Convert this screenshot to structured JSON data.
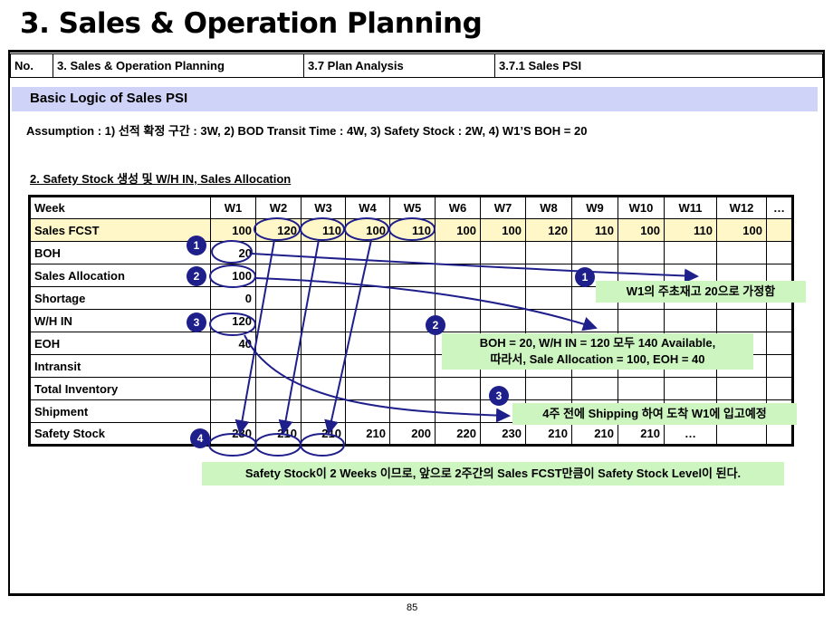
{
  "title": "3. Sales & Operation Planning",
  "header": {
    "no_label": "No.",
    "section": "3. Sales & Operation Planning",
    "subsection": "3.7 Plan Analysis",
    "item": "3.7.1 Sales PSI"
  },
  "band_title": "Basic Logic of Sales PSI",
  "assumption": "Assumption : 1) 선적 확정 구간 : 3W,  2) BOD Transit Time : 4W,  3) Safety Stock : 2W, 4) W1’S BOH = 20",
  "subtitle": "2. Safety Stock 생성 및 W/H IN, Sales Allocation",
  "table": {
    "columns": [
      "Week",
      "W1",
      "W2",
      "W3",
      "W4",
      "W5",
      "W6",
      "W7",
      "W8",
      "W9",
      "W10",
      "W11",
      "W12",
      "…"
    ],
    "rows": [
      {
        "label": "Sales FCST",
        "values": [
          "100",
          "120",
          "110",
          "100",
          "110",
          "100",
          "100",
          "120",
          "110",
          "100",
          "110",
          "100",
          ""
        ]
      },
      {
        "label": "BOH",
        "values": [
          "20",
          "",
          "",
          "",
          "",
          "",
          "",
          "",
          "",
          "",
          "",
          "",
          ""
        ]
      },
      {
        "label": "Sales Allocation",
        "values": [
          "100",
          "",
          "",
          "",
          "",
          "",
          "",
          "",
          "",
          "",
          "",
          "",
          ""
        ]
      },
      {
        "label": "Shortage",
        "values": [
          "0",
          "",
          "",
          "",
          "",
          "",
          "",
          "",
          "",
          "",
          "",
          "",
          ""
        ]
      },
      {
        "label": "W/H IN",
        "values": [
          "120",
          "",
          "",
          "",
          "",
          "",
          "",
          "",
          "",
          "",
          "",
          "",
          ""
        ]
      },
      {
        "label": "EOH",
        "values": [
          "40",
          "",
          "",
          "",
          "",
          "",
          "",
          "",
          "",
          "",
          "",
          "",
          ""
        ]
      },
      {
        "label": "Intransit",
        "values": [
          "",
          "",
          "",
          "",
          "",
          "",
          "",
          "",
          "",
          "",
          "",
          "",
          ""
        ]
      },
      {
        "label": "Total Inventory",
        "values": [
          "",
          "",
          "",
          "",
          "",
          "",
          "",
          "",
          "",
          "",
          "",
          "",
          ""
        ]
      },
      {
        "label": "Shipment",
        "values": [
          "",
          "",
          "",
          "",
          "",
          "",
          "",
          "",
          "",
          "",
          "",
          "",
          ""
        ]
      },
      {
        "label": "Safety Stock",
        "values": [
          "230",
          "210",
          "210",
          "210",
          "200",
          "220",
          "230",
          "210",
          "210",
          "210",
          "…",
          "",
          ""
        ]
      }
    ]
  },
  "markers": [
    "1",
    "2",
    "3",
    "4"
  ],
  "notes": {
    "n1": "W1의 주초재고 20으로 가정함",
    "n2_line1": "BOH = 20, W/H IN = 120 모두 140 Available,",
    "n2_line2": "따라서, Sale Allocation = 100, EOH = 40",
    "n3": "4주 전에 Shipping 하여 도착 W1에 입고예정",
    "n4": "Safety Stock이 2 Weeks 이므로, 앞으로 2주간의 Sales FCST만큼이 Safety Stock Level이 된다."
  },
  "annotation_color": "#1f1f8c",
  "note_color": "#ccf5c0",
  "highlight_color": "#fff7c8",
  "band_color": "#cfd3f7",
  "page_number": "85"
}
